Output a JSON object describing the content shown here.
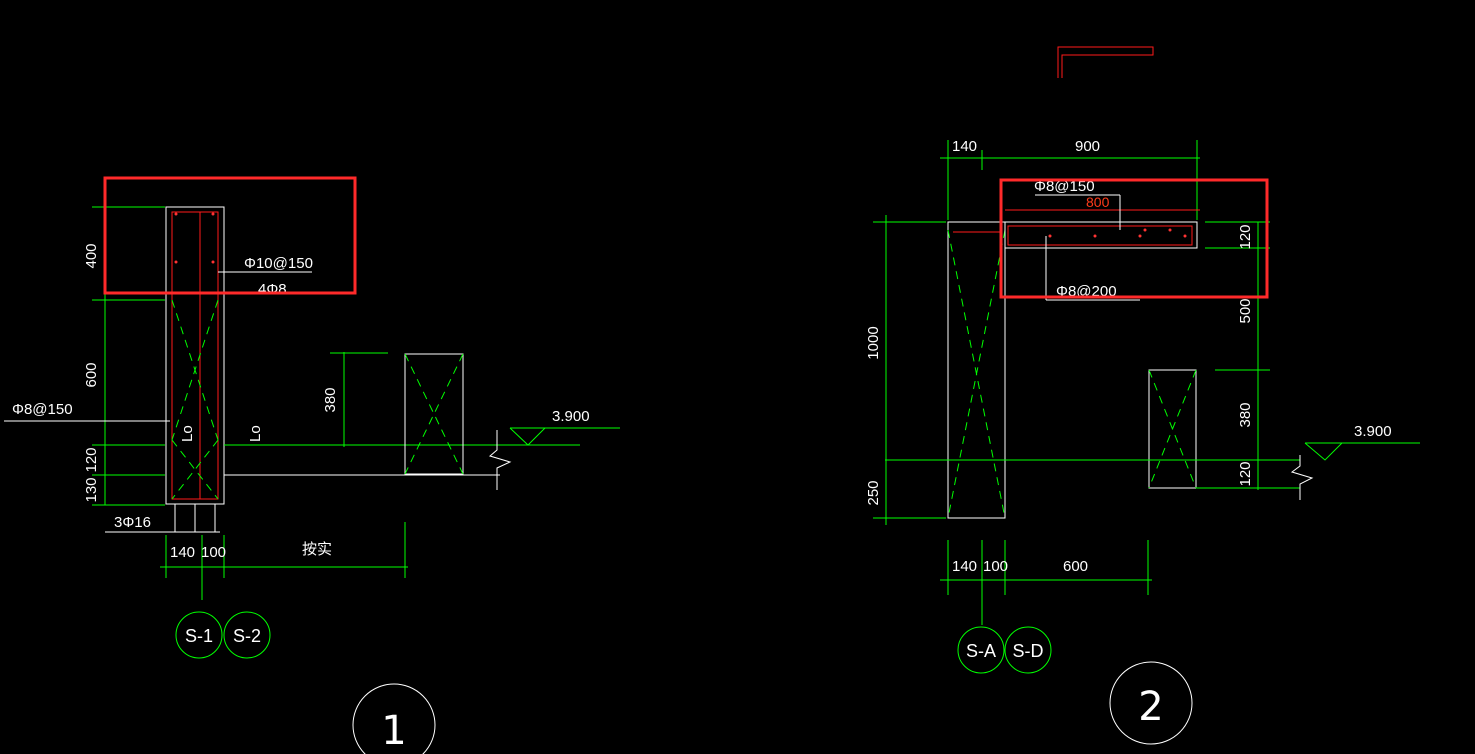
{
  "detail1": {
    "dims": {
      "d400": "400",
      "d600": "600",
      "d120": "120",
      "d130": "130",
      "d140": "140",
      "d100": "100",
      "d380": "380",
      "anshi": "按实"
    },
    "annotations": {
      "rebar_top": "Φ10@150",
      "rebar_long": "4Φ8",
      "stirrup": "Φ8@150",
      "bottom_bars": "3Φ16",
      "lo1": "Lo",
      "lo2": "Lo",
      "elevation": "3.900"
    },
    "axes": [
      "S-1",
      "S-2"
    ],
    "number": "1"
  },
  "detail2": {
    "dims": {
      "d140top": "140",
      "d900": "900",
      "d800": "800",
      "d120r": "120",
      "d500": "500",
      "d380": "380",
      "d120b": "120",
      "d1000": "1000",
      "d250": "250",
      "d140b": "140",
      "d100b": "100",
      "d600": "600"
    },
    "annotations": {
      "rebar_top": "Φ8@150",
      "rebar_bottom": "Φ8@200",
      "elevation": "3.900"
    },
    "axes": [
      "S-A",
      "S-D"
    ],
    "number": "2"
  },
  "colors": {
    "background": "#000000",
    "dimension_lines": "#00ff00",
    "outline": "#ffffff",
    "rebar": "#ff1a1a",
    "highlight_box": "#ff2a2a"
  }
}
